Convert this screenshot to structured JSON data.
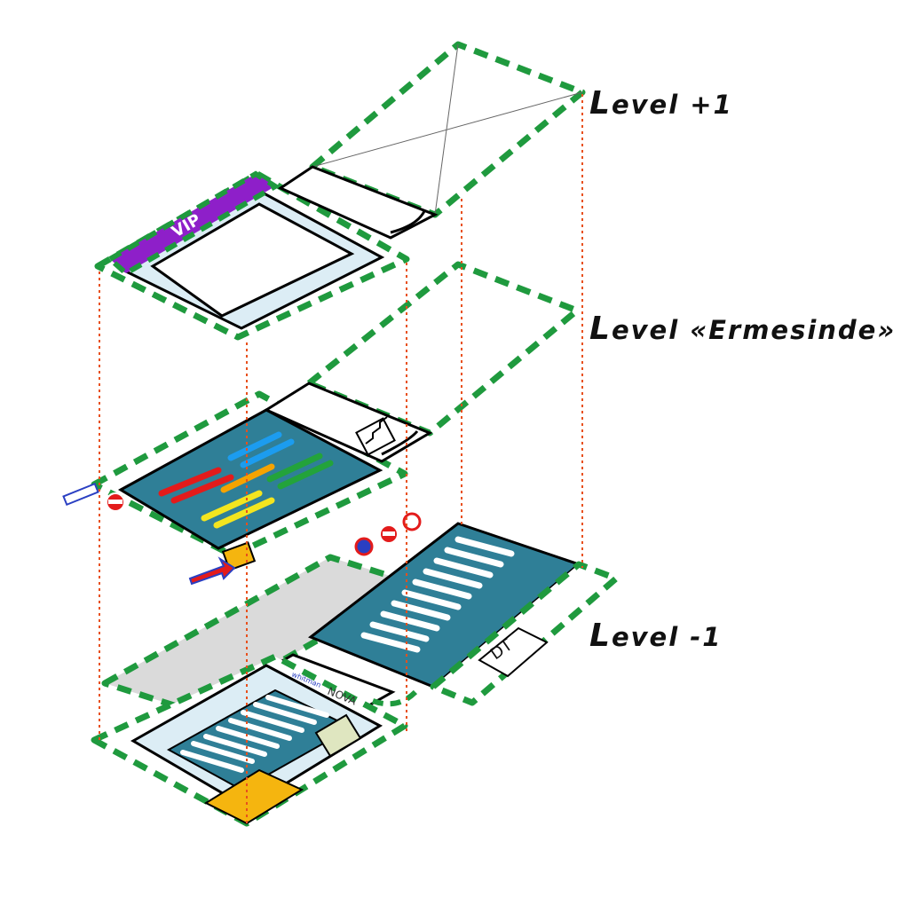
{
  "levels": {
    "plus_one": "Level +1",
    "ermesinde": "Level «Ermesinde»",
    "minus_one": "Level -1"
  },
  "zones": {
    "vip_label": "VIP",
    "dt_label": "DT",
    "brand_top": "whitman",
    "brand_right": "NOVA"
  },
  "colors": {
    "outline": "#1f9a3e",
    "teal": "#2f7f97",
    "vip": "#8e1fc9",
    "light_blue": "#dcedf5",
    "grey": "#dadada",
    "orange": "#f5b50f",
    "red_guide": "#e8501d",
    "blue_sign": "#2a3fc2"
  }
}
